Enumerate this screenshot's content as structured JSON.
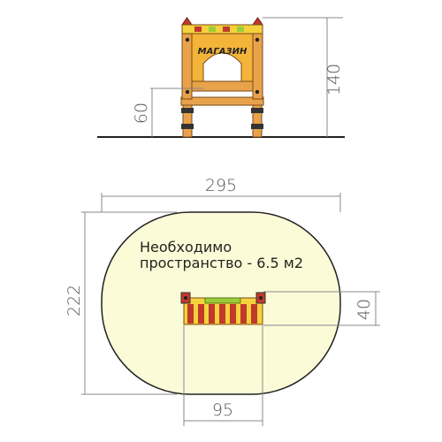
{
  "dimensions": {
    "total_height": "140",
    "leg_height": "60",
    "zone_width": "295",
    "zone_depth": "222",
    "item_depth": "40",
    "item_width": "95"
  },
  "labels": {
    "sign_text": "МАГАЗИН",
    "space_line1": "Необходимо",
    "space_line2": "пространство - 6.5 м2"
  },
  "colors": {
    "zone_fill": "#fbfbd7",
    "wood": "#e8a24a",
    "wood_dark": "#b86b22",
    "post": "#c0392b",
    "panel": "#f4b43a",
    "accent_yellow": "#f5d23c",
    "accent_green": "#9ccc3a",
    "dim_line": "#888888"
  }
}
